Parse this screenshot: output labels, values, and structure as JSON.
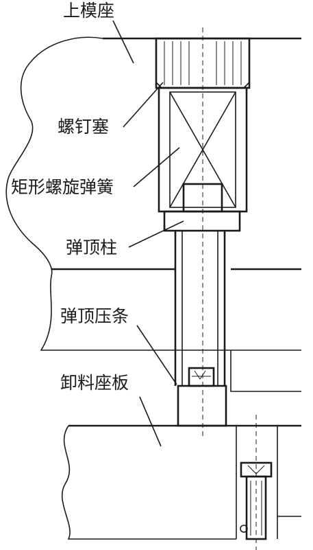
{
  "labels": {
    "upper_die_seat": "上模座",
    "screw_plug": "螺钉塞",
    "rect_spring": "矩形螺旋弹簧",
    "ejector_pin": "弹顶柱",
    "ejector_bar": "弹顶压条",
    "stripper_seat_plate": "卸料座板"
  }
}
